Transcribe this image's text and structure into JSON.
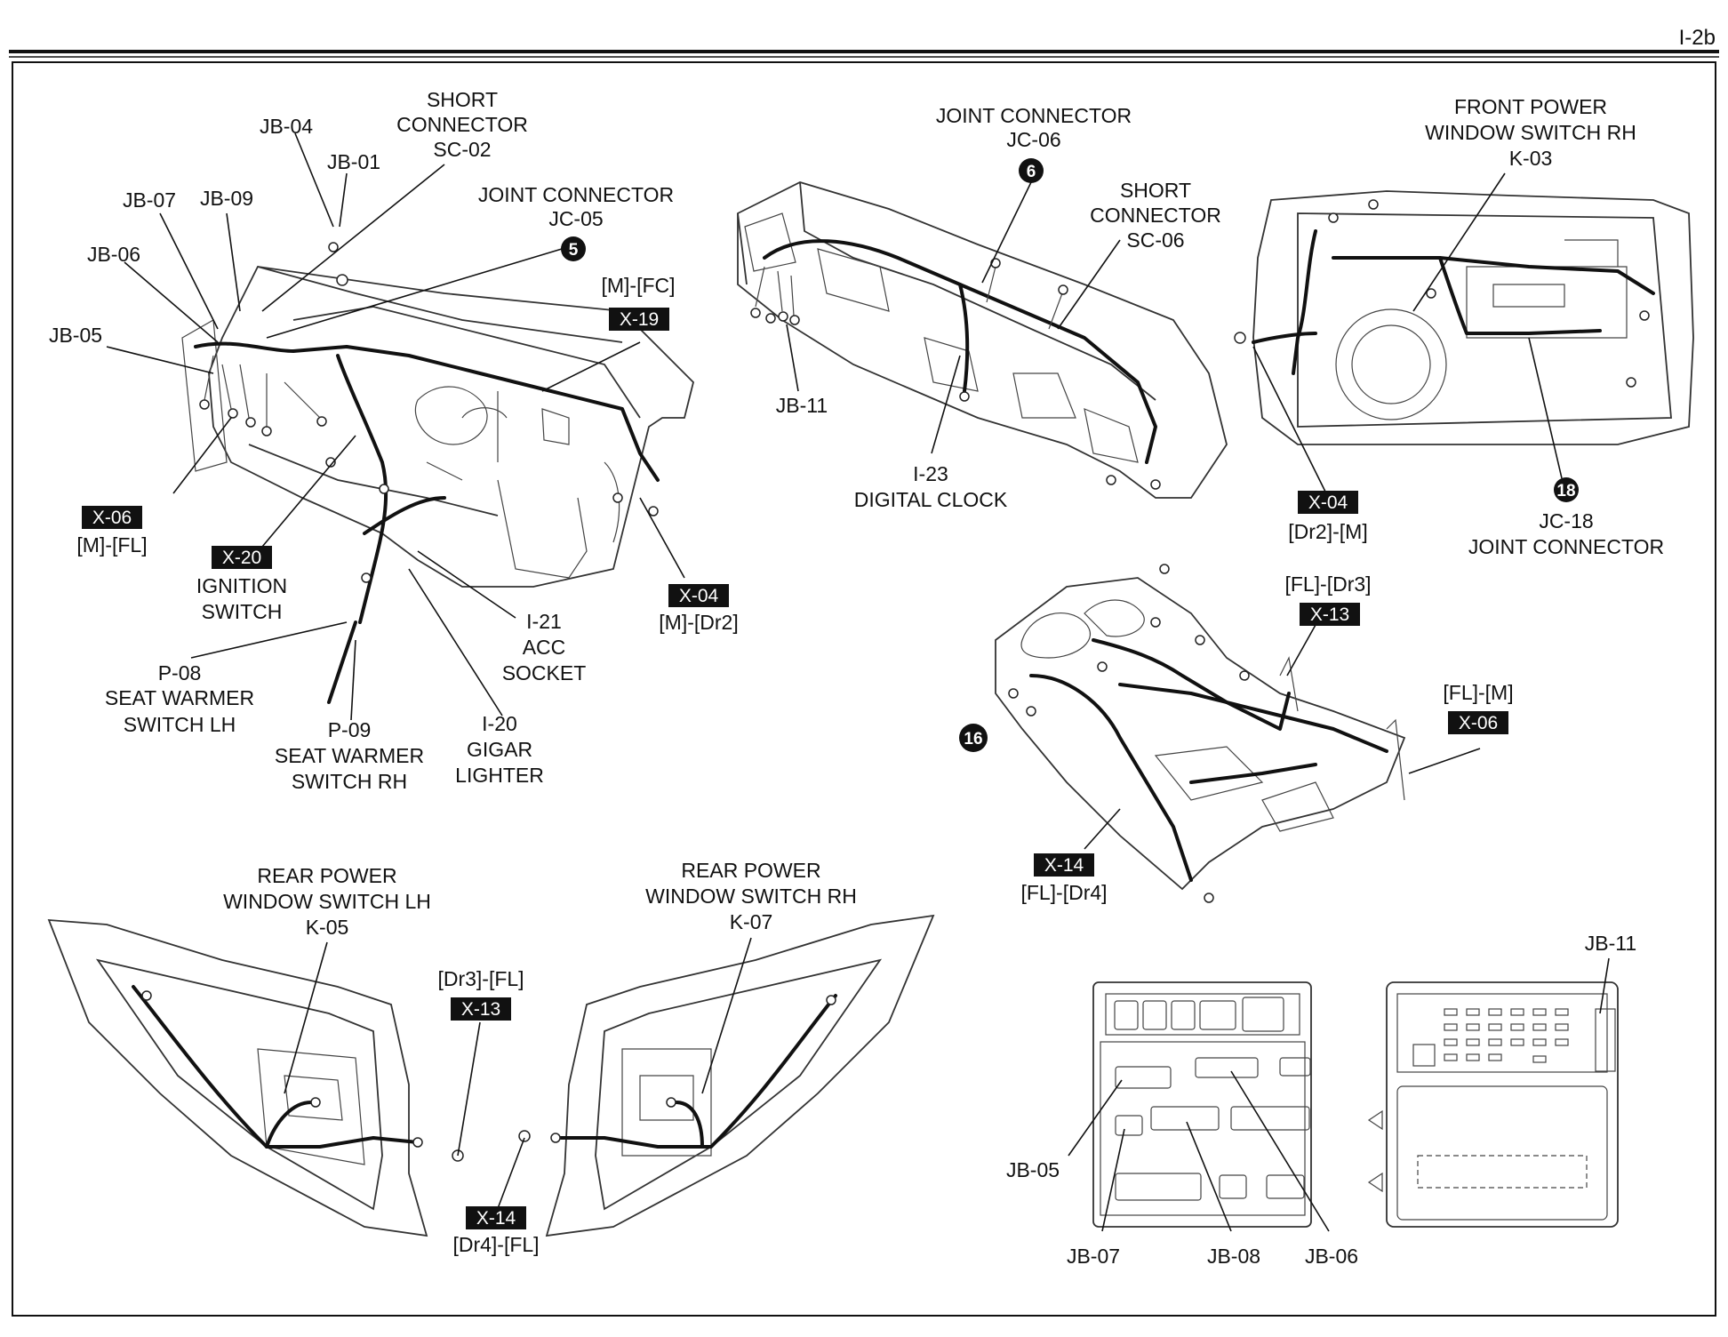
{
  "page_id": "I-2b",
  "labels": {
    "jb04": "JB-04",
    "jb01": "JB-01",
    "sc02": [
      "SHORT",
      "CONNECTOR",
      "SC-02"
    ],
    "jc05": [
      "JOINT CONNECTOR",
      "JC-05"
    ],
    "jb07_top": "JB-07",
    "jb09": "JB-09",
    "jb06_top": "JB-06",
    "jb05_top": "JB-05",
    "m_fc": "[M]-[FC]",
    "m_fl": "[M]-[FL]",
    "ignition": [
      "IGNITION",
      "SWITCH"
    ],
    "m_dr2": "[M]-[Dr2]",
    "i21": [
      "I-21",
      "ACC",
      "SOCKET"
    ],
    "p08": [
      "P-08",
      "SEAT WARMER",
      "SWITCH LH"
    ],
    "p09": [
      "P-09",
      "SEAT WARMER",
      "SWITCH RH"
    ],
    "i20": [
      "I-20",
      "GIGAR",
      "LIGHTER"
    ],
    "jc06": [
      "JOINT CONNECTOR",
      "JC-06"
    ],
    "sc06": [
      "SHORT",
      "CONNECTOR",
      "SC-06"
    ],
    "jb11_top": "JB-11",
    "i23": [
      "I-23",
      "DIGITAL CLOCK"
    ],
    "k03": [
      "FRONT POWER",
      "WINDOW SWITCH RH",
      "K-03"
    ],
    "dr2_m": "[Dr2]-[M]",
    "jc18": [
      "JC-18",
      "JOINT CONNECTOR"
    ],
    "fl_dr3": "[FL]-[Dr3]",
    "fl_m": "[FL]-[M]",
    "fl_dr4": "[FL]-[Dr4]",
    "k05": [
      "REAR POWER",
      "WINDOW SWITCH LH",
      "K-05"
    ],
    "dr3_fl": "[Dr3]-[FL]",
    "k07": [
      "REAR POWER",
      "WINDOW SWITCH RH",
      "K-07"
    ],
    "dr4_fl": "[Dr4]-[FL]",
    "jb11_bottom": "JB-11",
    "jb05_bottom": "JB-05",
    "jb07_bottom": "JB-07",
    "jb08": "JB-08",
    "jb06_bottom": "JB-06"
  },
  "tags": {
    "x19": "X-19",
    "x06_a": "X-06",
    "x20": "X-20",
    "x04_a": "X-04",
    "x04_b": "X-04",
    "x13_a": "X-13",
    "x06_b": "X-06",
    "x14_a": "X-14",
    "x13_b": "X-13",
    "x14_b": "X-14"
  },
  "markers": {
    "m5": "5",
    "m6": "6",
    "m18": "18",
    "m16": "16"
  }
}
